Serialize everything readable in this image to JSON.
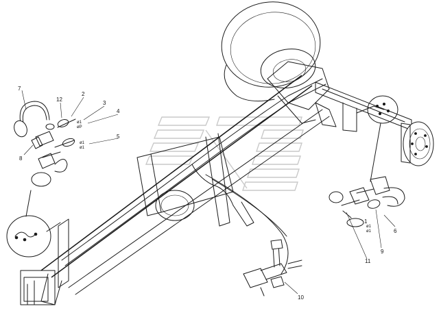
{
  "callouts": [
    "1",
    "2",
    "3",
    "4",
    "5",
    "6",
    "7",
    "8",
    "9",
    "10",
    "11",
    "12"
  ],
  "detail_marks": {
    "a1": "ø1",
    "a2": "øP",
    "b1": "ø1",
    "b2": "ø1",
    "c1": "ø1",
    "c2": "ø1"
  }
}
